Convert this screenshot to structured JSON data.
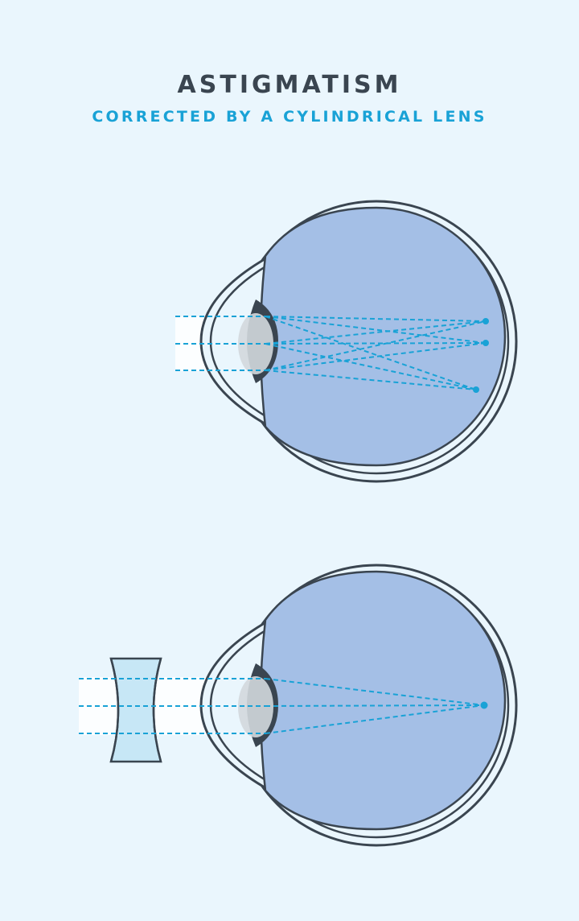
{
  "header": {
    "title": "ASTIGMATISM",
    "subtitle": "CORRECTED BY A CYLINDRICAL LENS"
  },
  "colors": {
    "background": "#eaf6fd",
    "eyeball_fill": "#a4bfe6",
    "outline": "#3a4550",
    "ray": "#19a2d6",
    "lens_fill": "#c7e7f6",
    "pupil": "#3a4550"
  },
  "diagrams": [
    {
      "id": "uncorrected-eye",
      "corrective_lens": false,
      "focus": "multiple-points"
    },
    {
      "id": "corrected-eye",
      "corrective_lens": true,
      "focus": "single-point"
    }
  ]
}
